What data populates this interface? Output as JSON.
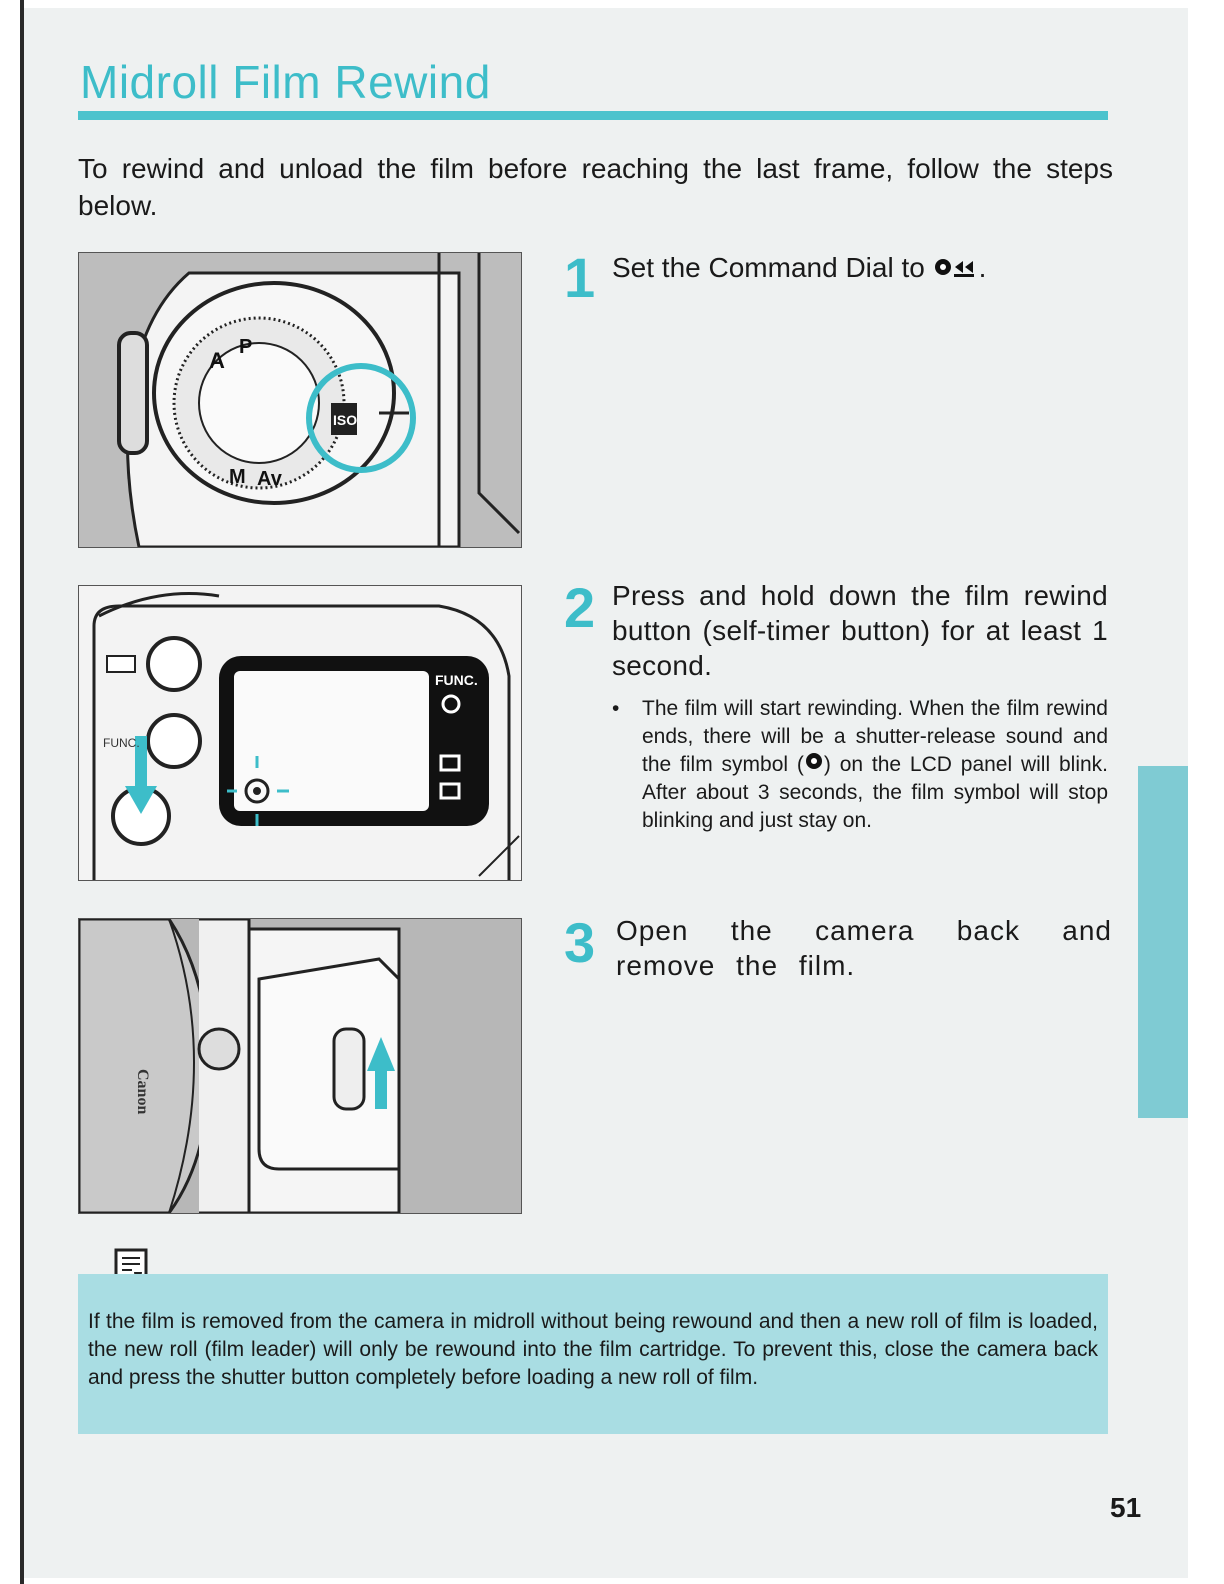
{
  "page": {
    "title": "Midroll Film Rewind",
    "intro": "To rewind and unload the film before reaching the last frame, follow the steps below.",
    "page_number": "51"
  },
  "steps": [
    {
      "number": "1",
      "text": "Set the Command Dial to",
      "icon": "film-rewind-icon"
    },
    {
      "number": "2",
      "text": "Press and hold down the film rewind button (self-timer button) for at least 1 second.",
      "bullet_before": "The film will start rewinding. When the film rewind ends, there will be a shutter-release sound and the film symbol (",
      "bullet_after": ") on the LCD panel will blink. After about 3 seconds, the film symbol will stop blinking and just stay on.",
      "bullet_icon": "film-symbol-icon"
    },
    {
      "number": "3",
      "text": "Open the camera back and remove the film."
    }
  ],
  "figures": {
    "fig2_labels": {
      "func_top": "FUNC.",
      "func_left": "FUNC."
    },
    "fig3_labels": {
      "brand": "Canon"
    }
  },
  "note": {
    "icon": "memo-icon",
    "text": "If the film is removed from the camera in midroll without being rewound and then a new roll of film is loaded, the new roll (film leader) will only be rewound into the film cartridge. To prevent this, close the camera back and press the shutter button completely before loading a new roll of film."
  },
  "colors": {
    "accent": "#3dbdc9",
    "note_bg": "#a9dde3",
    "side_tab": "#7fcbd3"
  }
}
